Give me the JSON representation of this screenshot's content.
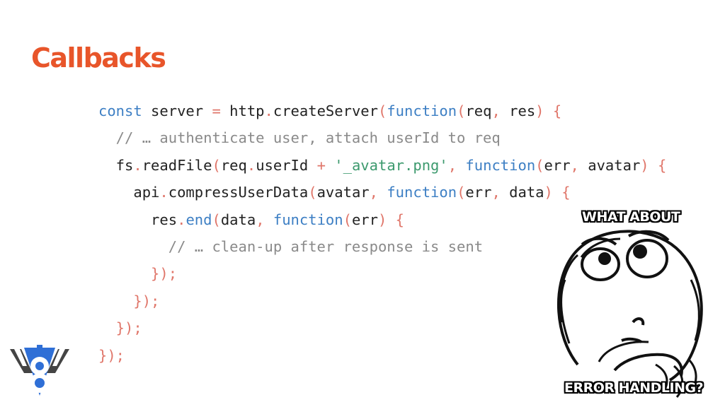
{
  "slide": {
    "title": "Callbacks",
    "code_lines": [
      [
        {
          "t": "const",
          "c": "kw"
        },
        {
          "t": " server ",
          "c": "pl"
        },
        {
          "t": "=",
          "c": "pu"
        },
        {
          "t": " http",
          "c": "pl"
        },
        {
          "t": ".",
          "c": "pu"
        },
        {
          "t": "createServer",
          "c": "pl"
        },
        {
          "t": "(",
          "c": "pu"
        },
        {
          "t": "function",
          "c": "kw"
        },
        {
          "t": "(",
          "c": "pu"
        },
        {
          "t": "req",
          "c": "pl"
        },
        {
          "t": ",",
          "c": "pu"
        },
        {
          "t": " res",
          "c": "pl"
        },
        {
          "t": ")",
          "c": "pu"
        },
        {
          "t": " {",
          "c": "pu"
        }
      ],
      [
        {
          "t": "  // … authenticate user, attach userId to req",
          "c": "cm"
        }
      ],
      [
        {
          "t": "  fs",
          "c": "pl"
        },
        {
          "t": ".",
          "c": "pu"
        },
        {
          "t": "readFile",
          "c": "pl"
        },
        {
          "t": "(",
          "c": "pu"
        },
        {
          "t": "req",
          "c": "pl"
        },
        {
          "t": ".",
          "c": "pu"
        },
        {
          "t": "userId ",
          "c": "pl"
        },
        {
          "t": "+",
          "c": "pu"
        },
        {
          "t": " ",
          "c": "pl"
        },
        {
          "t": "'_avatar.png'",
          "c": "st"
        },
        {
          "t": ",",
          "c": "pu"
        },
        {
          "t": " ",
          "c": "pl"
        },
        {
          "t": "function",
          "c": "kw"
        },
        {
          "t": "(",
          "c": "pu"
        },
        {
          "t": "err",
          "c": "pl"
        },
        {
          "t": ",",
          "c": "pu"
        },
        {
          "t": " avatar",
          "c": "pl"
        },
        {
          "t": ")",
          "c": "pu"
        },
        {
          "t": " {",
          "c": "pu"
        }
      ],
      [
        {
          "t": "    api",
          "c": "pl"
        },
        {
          "t": ".",
          "c": "pu"
        },
        {
          "t": "compressUserData",
          "c": "pl"
        },
        {
          "t": "(",
          "c": "pu"
        },
        {
          "t": "avatar",
          "c": "pl"
        },
        {
          "t": ",",
          "c": "pu"
        },
        {
          "t": " ",
          "c": "pl"
        },
        {
          "t": "function",
          "c": "kw"
        },
        {
          "t": "(",
          "c": "pu"
        },
        {
          "t": "err",
          "c": "pl"
        },
        {
          "t": ",",
          "c": "pu"
        },
        {
          "t": " data",
          "c": "pl"
        },
        {
          "t": ")",
          "c": "pu"
        },
        {
          "t": " {",
          "c": "pu"
        }
      ],
      [
        {
          "t": "      res",
          "c": "pl"
        },
        {
          "t": ".",
          "c": "pu"
        },
        {
          "t": "end",
          "c": "kw"
        },
        {
          "t": "(",
          "c": "pu"
        },
        {
          "t": "data",
          "c": "pl"
        },
        {
          "t": ",",
          "c": "pu"
        },
        {
          "t": " ",
          "c": "pl"
        },
        {
          "t": "function",
          "c": "kw"
        },
        {
          "t": "(",
          "c": "pu"
        },
        {
          "t": "err",
          "c": "pl"
        },
        {
          "t": ")",
          "c": "pu"
        },
        {
          "t": " {",
          "c": "pu"
        }
      ],
      [
        {
          "t": "        // … clean-up after response is sent",
          "c": "cm"
        }
      ],
      [
        {
          "t": "      });",
          "c": "pu"
        }
      ],
      [
        {
          "t": "    });",
          "c": "pu"
        }
      ],
      [
        {
          "t": "  });",
          "c": "pu"
        }
      ],
      [
        {
          "t": "});",
          "c": "pu"
        }
      ]
    ]
  },
  "meme": {
    "top_text": "WHAT ABOUT",
    "bottom_text": "ERROR HANDLING?"
  },
  "logo": {
    "glyph": "8"
  },
  "colors": {
    "title": "#e8552a",
    "keyword": "#3d7fc4",
    "punctuation": "#e0766a",
    "string": "#3d9a6e",
    "comment": "#8a8a8a",
    "logo_blue": "#4285f4"
  }
}
